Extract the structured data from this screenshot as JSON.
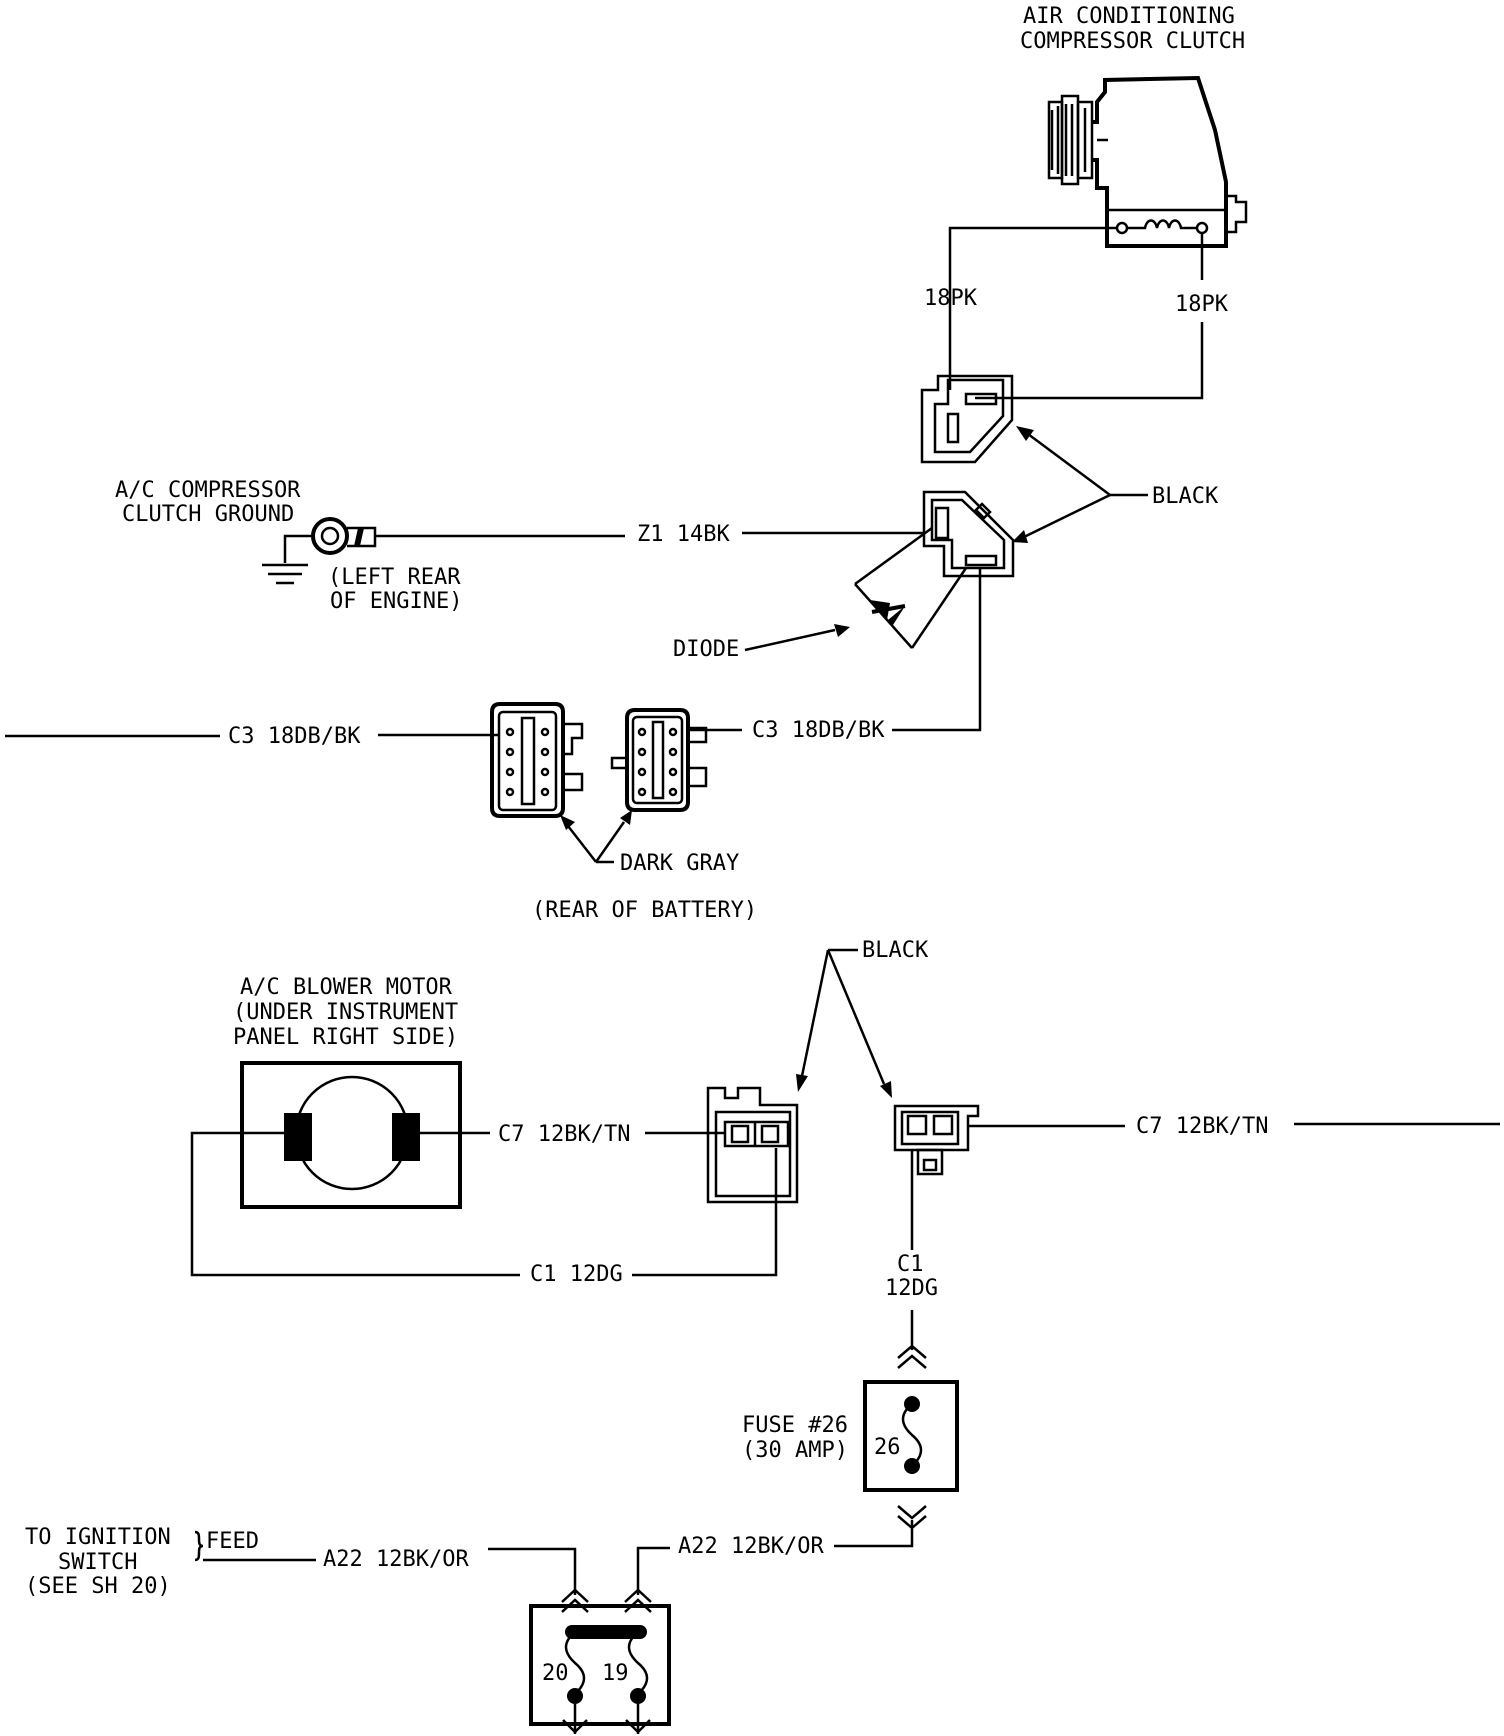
{
  "components": {
    "compressor_clutch_title_1": "AIR CONDITIONING",
    "compressor_clutch_title_2": "COMPRESSOR CLUTCH",
    "ground_title_1": "A/C COMPRESSOR",
    "ground_title_2": "CLUTCH GROUND",
    "ground_location_1": "(LEFT REAR",
    "ground_location_2": "OF ENGINE)",
    "diode": "DIODE",
    "dark_gray": "DARK GRAY",
    "battery_location": "(REAR OF BATTERY)",
    "black_upper": "BLACK",
    "black_lower": "BLACK",
    "blower_title_1": "A/C BLOWER MOTOR",
    "blower_title_2": "(UNDER INSTRUMENT",
    "blower_title_3": "PANEL RIGHT SIDE)",
    "fuse_26_label_1": "FUSE #26",
    "fuse_26_label_2": "(30 AMP)",
    "fuse_26_number": "26",
    "fuse_20_number": "20",
    "fuse_19_number": "19",
    "ignition_1": "TO IGNITION",
    "ignition_2": "SWITCH",
    "ignition_3": "(SEE SH 20)",
    "feed": "FEED"
  },
  "wires": {
    "pk_left": "18PK",
    "pk_right": "18PK",
    "z1": "Z1 14BK",
    "c3_left": "C3 18DB/BK",
    "c3_right": "C3 18DB/BK",
    "c7_left": "C7 12BK/TN",
    "c7_right": "C7 12BK/TN",
    "c1_left": "C1 12DG",
    "c1_down_1": "C1",
    "c1_down_2": "12DG",
    "a22_left": "A22 12BK/OR",
    "a22_right": "A22 12BK/OR"
  }
}
